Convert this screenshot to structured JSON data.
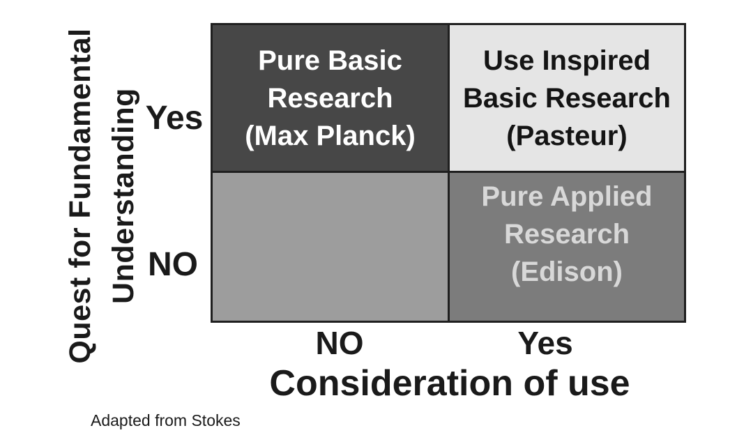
{
  "figure": {
    "type": "quadrant-diagram",
    "border_color": "#1f1f1f",
    "y_axis": {
      "title_line1": "Quest for Fundamental",
      "title_line2": "Understanding",
      "ticks": [
        {
          "label": "Yes"
        },
        {
          "label": "NO"
        }
      ]
    },
    "x_axis": {
      "title": "Consideration of use",
      "ticks": [
        {
          "label": "NO"
        },
        {
          "label": "Yes"
        }
      ]
    },
    "quadrants": [
      {
        "name": "pure-basic-research",
        "lines": [
          "Pure Basic",
          "Research",
          "(Max Planck)"
        ],
        "bg": "#474747",
        "fg": "#ffffff"
      },
      {
        "name": "use-inspired-basic-research",
        "lines": [
          "Use Inspired",
          "Basic Research",
          "(Pasteur)"
        ],
        "bg": "#e5e5e5",
        "fg": "#141414"
      },
      {
        "name": "empty-quadrant",
        "lines": [],
        "bg": "#9d9d9d",
        "fg": "#ffffff"
      },
      {
        "name": "pure-applied-research",
        "lines": [
          "Pure Applied",
          "Research",
          "(Edison)"
        ],
        "bg": "#7c7c7c",
        "fg": "#d8d8d8"
      }
    ],
    "credit": "Adapted from Stokes"
  }
}
